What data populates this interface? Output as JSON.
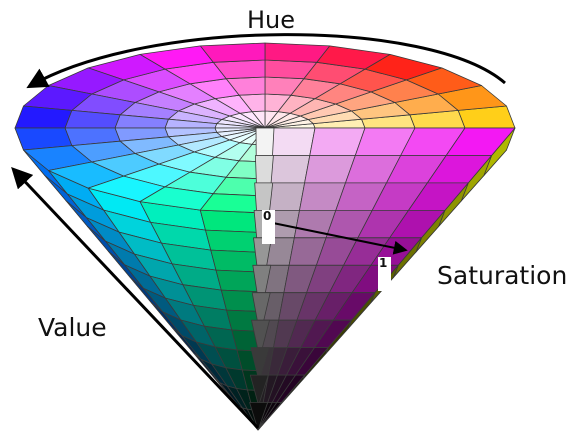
{
  "labels": {
    "hue": "Hue",
    "saturation": "Saturation",
    "value": "Value",
    "sat_start": "0",
    "sat_end": "1"
  },
  "cone": {
    "hue_segments": 24,
    "rings": 5,
    "value_bands": 11,
    "colors": {
      "axis_line": "#000000",
      "grid_line": "#3a3a3a",
      "background": "#ffffff"
    }
  }
}
